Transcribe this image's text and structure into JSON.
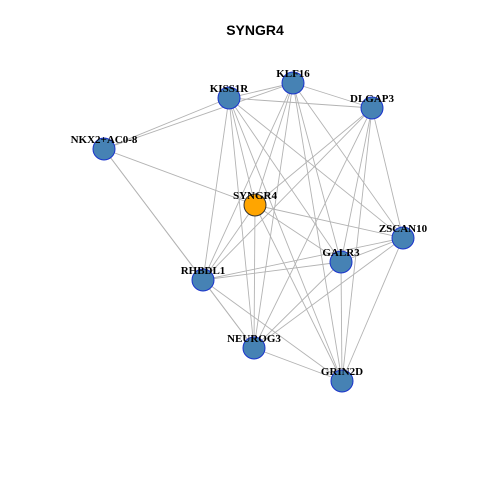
{
  "title": "SYNGR4",
  "colors": {
    "node_fill": "#4682b4",
    "node_border": "#1a33cc",
    "center_fill": "#ffa500",
    "center_border": "#333333",
    "edge": "#b3b3b3"
  },
  "nodes": [
    {
      "id": "KLF16",
      "label": "KLF16"
    },
    {
      "id": "KISS1R",
      "label": "KISS1R"
    },
    {
      "id": "DLGAP3",
      "label": "DLGAP3"
    },
    {
      "id": "NKX2+AC0-8",
      "label": "NKX2+AC0-8"
    },
    {
      "id": "SYNGR4",
      "label": "SYNGR4",
      "center": true
    },
    {
      "id": "ZSCAN10",
      "label": "ZSCAN10"
    },
    {
      "id": "GALR3",
      "label": "GALR3"
    },
    {
      "id": "RHBDL1",
      "label": "RHBDL1"
    },
    {
      "id": "NEUROG3",
      "label": "NEUROG3"
    },
    {
      "id": "GRIN2D",
      "label": "GRIN2D"
    }
  ],
  "edges": [
    [
      "KLF16",
      "KISS1R"
    ],
    [
      "KLF16",
      "DLGAP3"
    ],
    [
      "KLF16",
      "NKX2+AC0-8"
    ],
    [
      "KLF16",
      "SYNGR4"
    ],
    [
      "KLF16",
      "ZSCAN10"
    ],
    [
      "KLF16",
      "GALR3"
    ],
    [
      "KLF16",
      "RHBDL1"
    ],
    [
      "KLF16",
      "NEUROG3"
    ],
    [
      "KLF16",
      "GRIN2D"
    ],
    [
      "KISS1R",
      "DLGAP3"
    ],
    [
      "KISS1R",
      "NKX2+AC0-8"
    ],
    [
      "KISS1R",
      "SYNGR4"
    ],
    [
      "KISS1R",
      "ZSCAN10"
    ],
    [
      "KISS1R",
      "GALR3"
    ],
    [
      "KISS1R",
      "RHBDL1"
    ],
    [
      "KISS1R",
      "NEUROG3"
    ],
    [
      "KISS1R",
      "GRIN2D"
    ],
    [
      "DLGAP3",
      "SYNGR4"
    ],
    [
      "DLGAP3",
      "ZSCAN10"
    ],
    [
      "DLGAP3",
      "GALR3"
    ],
    [
      "DLGAP3",
      "RHBDL1"
    ],
    [
      "DLGAP3",
      "NEUROG3"
    ],
    [
      "DLGAP3",
      "GRIN2D"
    ],
    [
      "NKX2+AC0-8",
      "SYNGR4"
    ],
    [
      "NKX2+AC0-8",
      "RHBDL1"
    ],
    [
      "NKX2+AC0-8",
      "NEUROG3"
    ],
    [
      "SYNGR4",
      "ZSCAN10"
    ],
    [
      "SYNGR4",
      "GALR3"
    ],
    [
      "SYNGR4",
      "RHBDL1"
    ],
    [
      "SYNGR4",
      "NEUROG3"
    ],
    [
      "SYNGR4",
      "GRIN2D"
    ],
    [
      "ZSCAN10",
      "GALR3"
    ],
    [
      "ZSCAN10",
      "RHBDL1"
    ],
    [
      "ZSCAN10",
      "NEUROG3"
    ],
    [
      "ZSCAN10",
      "GRIN2D"
    ],
    [
      "GALR3",
      "RHBDL1"
    ],
    [
      "GALR3",
      "NEUROG3"
    ],
    [
      "GALR3",
      "GRIN2D"
    ],
    [
      "RHBDL1",
      "NEUROG3"
    ],
    [
      "RHBDL1",
      "GRIN2D"
    ],
    [
      "NEUROG3",
      "GRIN2D"
    ]
  ]
}
